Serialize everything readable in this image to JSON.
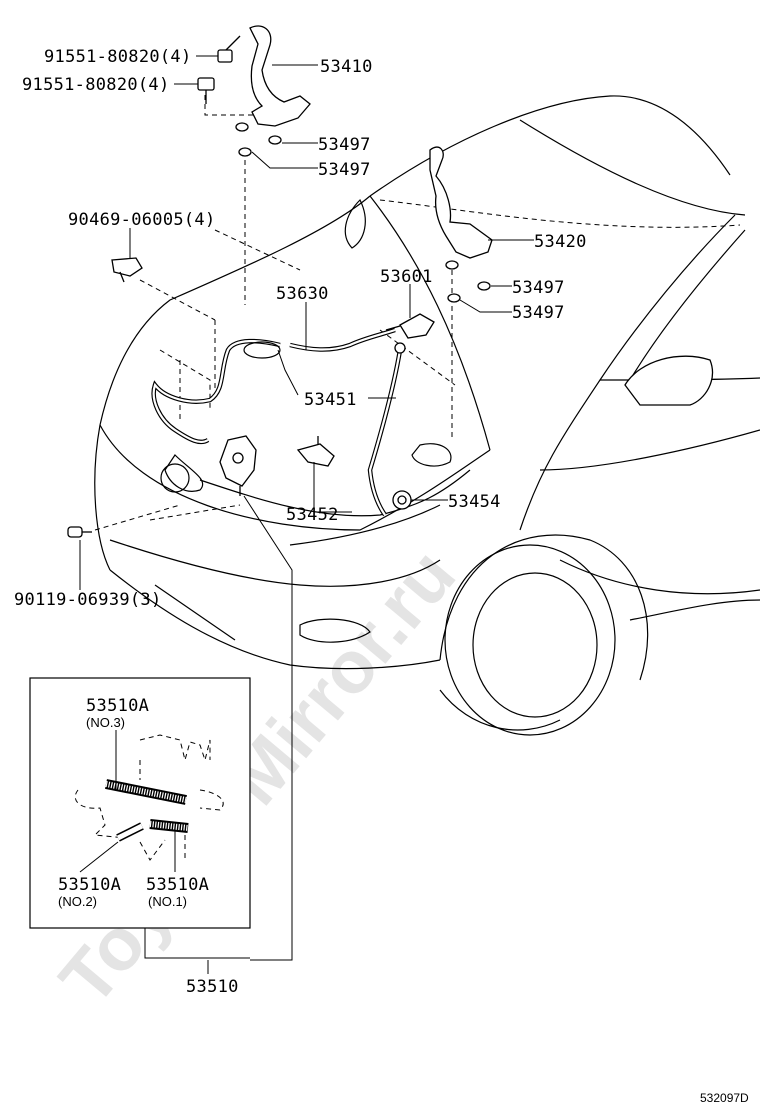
{
  "watermark": "Toyota-Mirror.ru",
  "diagram_code": "532097D",
  "parts": {
    "bolt_upper": "91551-80820(4)",
    "bolt_lower": "91551-80820(4)",
    "hinge_left": "53410",
    "cushion_1": "53497",
    "cushion_2": "53497",
    "hinge_right": "53420",
    "cushion_3": "53497",
    "cushion_4": "53497",
    "clip": "90469-06005(4)",
    "cable_lower": "53630",
    "lever": "53601",
    "support_rod": "53451",
    "hood_lock_bracket": "53452",
    "rod_holder": "53454",
    "screw": "90119-06939(3)",
    "cable_assembly": "53510"
  },
  "inset": {
    "cable_no3": "53510A",
    "cable_no3_note": "(NO.3)",
    "cable_no2": "53510A",
    "cable_no2_note": "(NO.2)",
    "cable_no1": "53510A",
    "cable_no1_note": "(NO.1)"
  }
}
